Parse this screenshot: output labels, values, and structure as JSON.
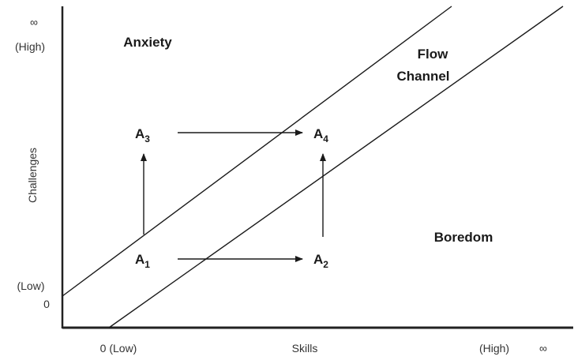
{
  "axes": {
    "y_title": "Challenges",
    "y_infinity": "∞",
    "y_high": "(High)",
    "y_low": "(Low)",
    "y_zero": "0",
    "x_title": "Skills",
    "x_low": "0 (Low)",
    "x_high": "(High)",
    "x_infinity": "∞"
  },
  "regions": {
    "anxiety": "Anxiety",
    "flow_line1": "Flow",
    "flow_line2": "Channel",
    "boredom": "Boredom"
  },
  "states": [
    {
      "letter": "A",
      "index": "1"
    },
    {
      "letter": "A",
      "index": "2"
    },
    {
      "letter": "A",
      "index": "3"
    },
    {
      "letter": "A",
      "index": "4"
    }
  ],
  "colors": {
    "ink": "#1a1a1a",
    "axis": "#222222",
    "background": "#ffffff"
  }
}
